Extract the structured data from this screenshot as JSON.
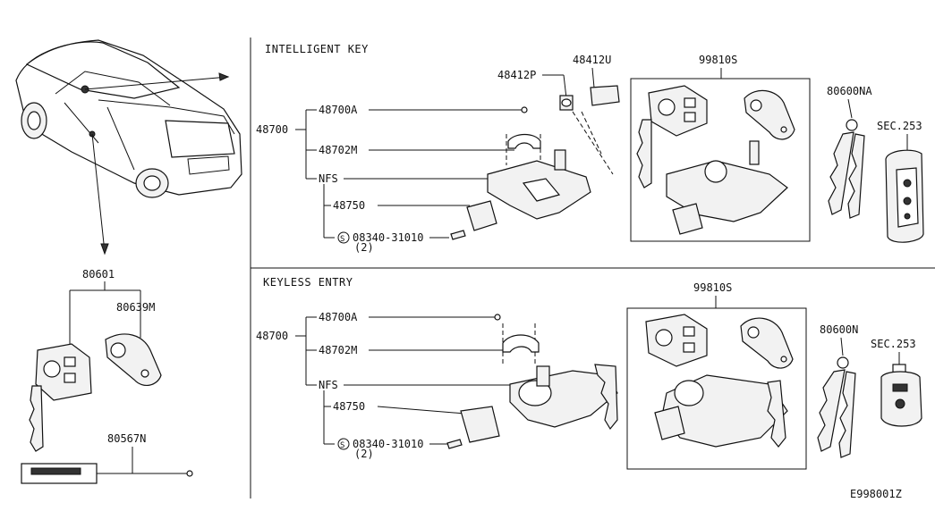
{
  "sections": {
    "intelligent_key": {
      "title": "INTELLIGENT KEY",
      "assembly": "48700",
      "parts": {
        "p48700A": "48700A",
        "p48702M": "48702M",
        "nfs": "NFS",
        "p48750": "48750",
        "screw": "08340-31010",
        "screw_qty": "(2)",
        "p48412P": "48412P",
        "p48412U": "48412U",
        "p99810S": "99810S",
        "p80600NA": "80600NA",
        "sec": "SEC.253"
      }
    },
    "keyless_entry": {
      "title": "KEYLESS ENTRY",
      "assembly": "48700",
      "parts": {
        "p48700A": "48700A",
        "p48702M": "48702M",
        "nfs": "NFS",
        "p48750": "48750",
        "screw": "08340-31010",
        "screw_qty": "(2)",
        "p99810S": "99810S",
        "p80600N": "80600N",
        "sec": "SEC.253"
      }
    },
    "left": {
      "p80601": "80601",
      "p80639M": "80639M",
      "p80567N": "80567N"
    }
  },
  "screw_symbol": "S",
  "diagram_code": "E998001Z"
}
